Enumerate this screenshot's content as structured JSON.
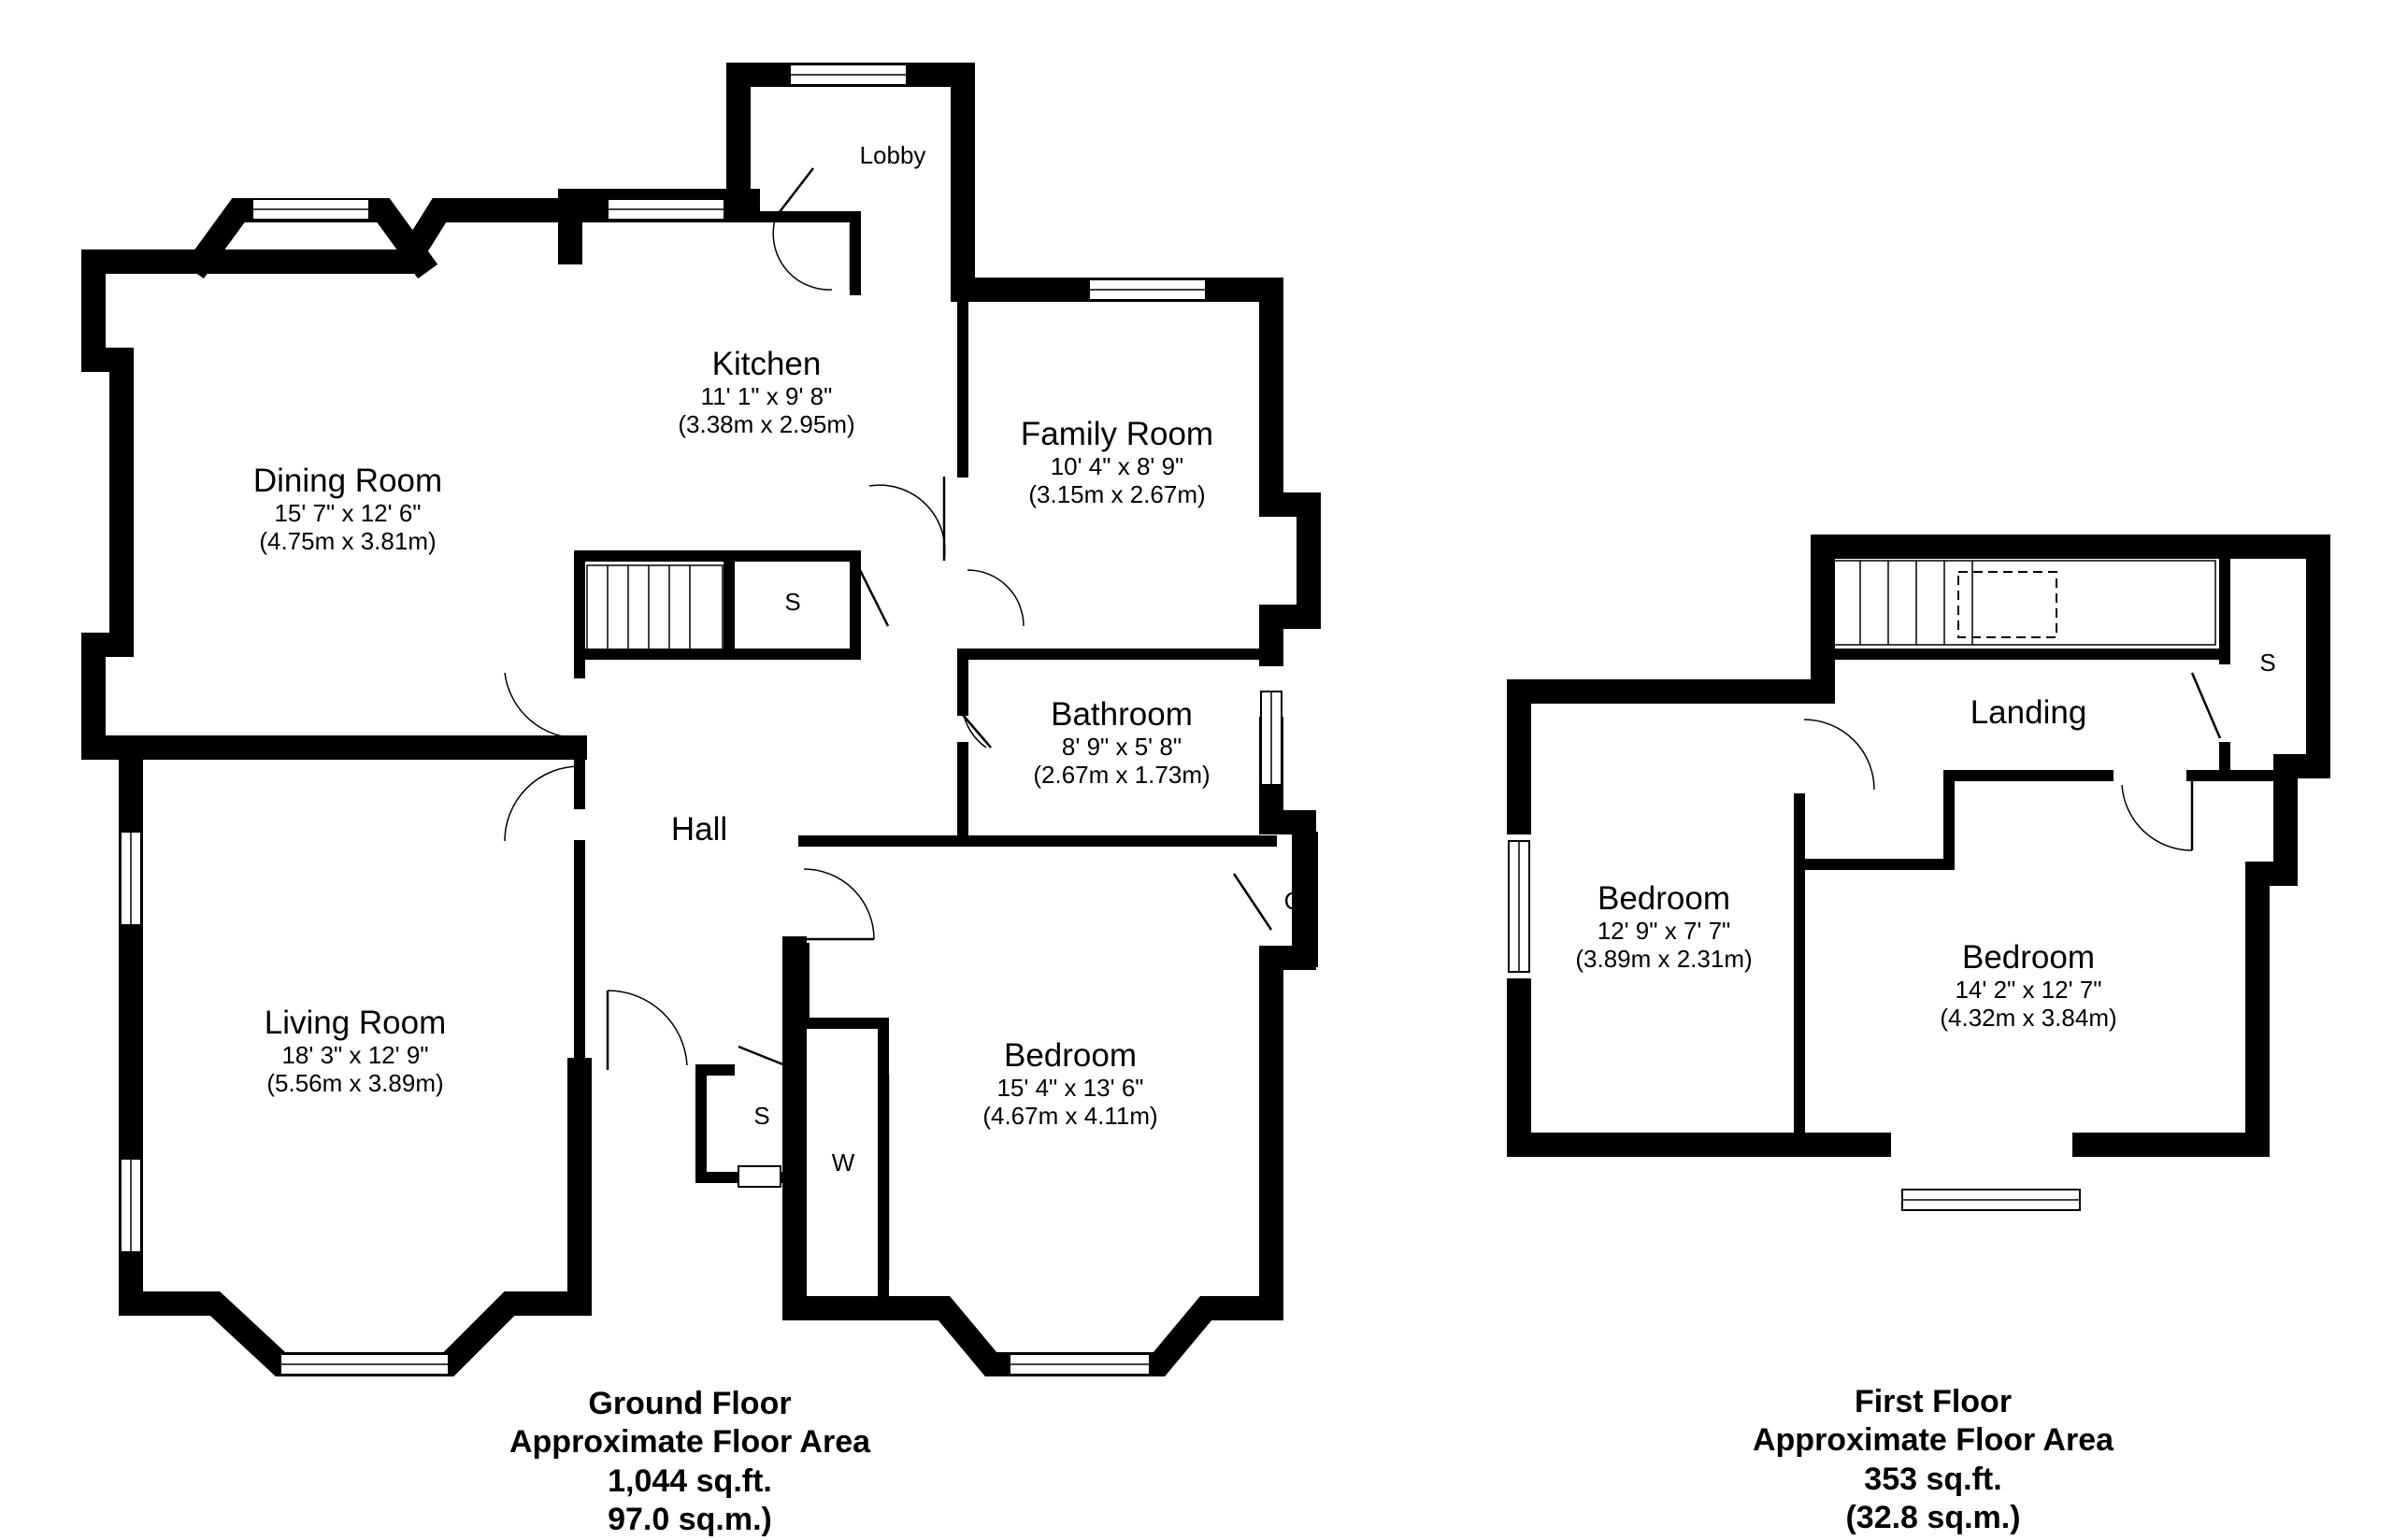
{
  "ground_floor": {
    "rooms": {
      "dining_room": {
        "name": "Dining Room",
        "dim_imperial": "15' 7\" x 12' 6\"",
        "dim_metric": "(4.75m x 3.81m)"
      },
      "kitchen": {
        "name": "Kitchen",
        "dim_imperial": "11' 1\" x 9' 8\"",
        "dim_metric": "(3.38m x 2.95m)"
      },
      "family_room": {
        "name": "Family Room",
        "dim_imperial": "10' 4\" x 8' 9\"",
        "dim_metric": "(3.15m x 2.67m)"
      },
      "bathroom": {
        "name": "Bathroom",
        "dim_imperial": "8' 9\" x 5' 8\"",
        "dim_metric": "(2.67m x 1.73m)"
      },
      "living_room": {
        "name": "Living Room",
        "dim_imperial": "18' 3\" x 12' 9\"",
        "dim_metric": "(5.56m x 3.89m)"
      },
      "bedroom": {
        "name": "Bedroom",
        "dim_imperial": "15' 4\" x 13' 6\"",
        "dim_metric": "(4.67m x 4.11m)"
      },
      "lobby": {
        "name": "Lobby"
      },
      "hall": {
        "name": "Hall"
      },
      "store_1": {
        "name": "S"
      },
      "store_2": {
        "name": "S"
      },
      "wardrobe": {
        "name": "W"
      },
      "cupboard": {
        "name": "C"
      }
    },
    "summary": {
      "title": "Ground Floor",
      "subtitle": "Approximate Floor Area",
      "area_sqft": "1,044 sq.ft.",
      "area_sqm": "97.0 sq.m.)"
    }
  },
  "first_floor": {
    "rooms": {
      "landing": {
        "name": "Landing"
      },
      "store": {
        "name": "S"
      },
      "bedroom_left": {
        "name": "Bedroom",
        "dim_imperial": "12' 9\" x 7' 7\"",
        "dim_metric": "(3.89m x 2.31m)"
      },
      "bedroom_right": {
        "name": "Bedroom",
        "dim_imperial": "14' 2\" x 12' 7\"",
        "dim_metric": "(4.32m x 3.84m)"
      }
    },
    "summary": {
      "title": "First Floor",
      "subtitle": "Approximate Floor Area",
      "area_sqft": "353 sq.ft.",
      "area_sqm": "(32.8 sq.m.)"
    }
  }
}
